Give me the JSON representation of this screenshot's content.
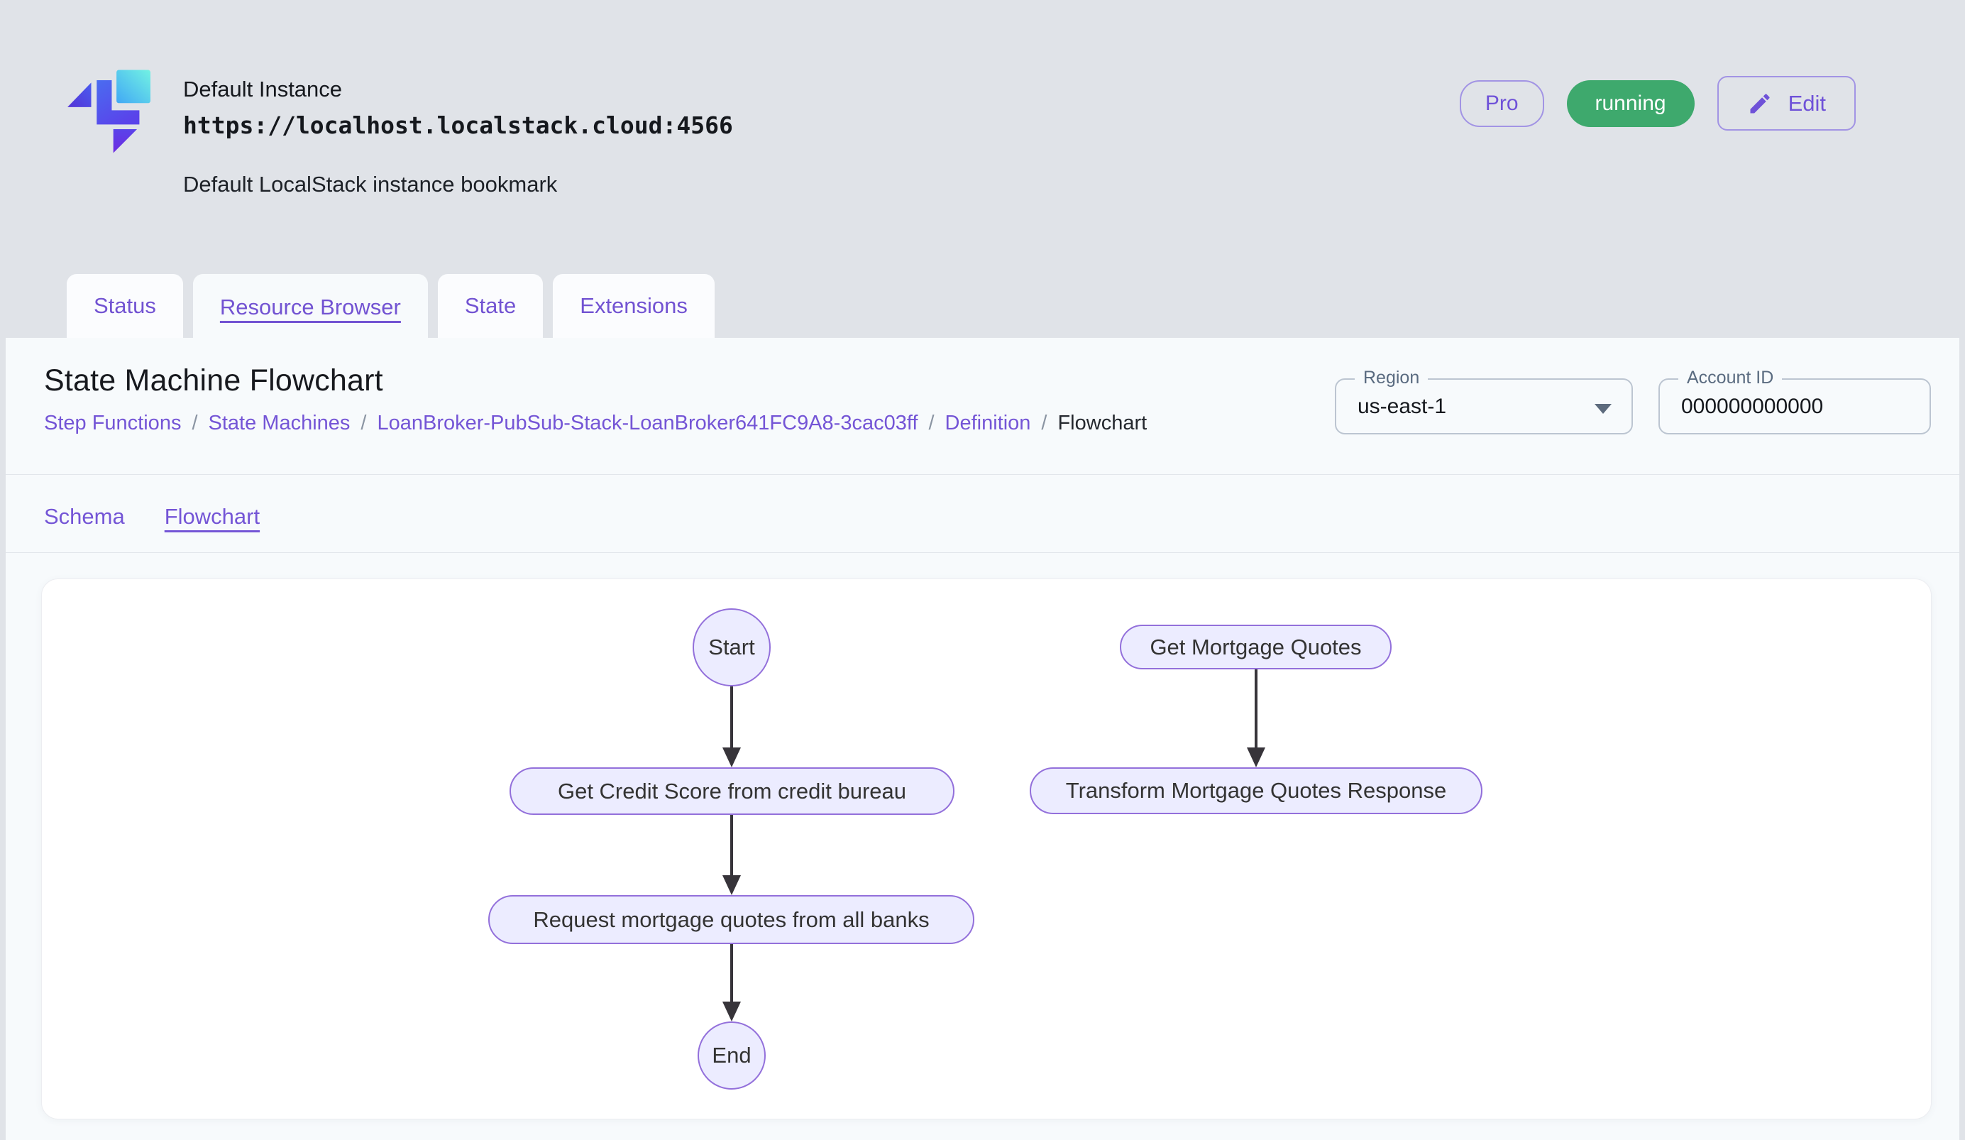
{
  "header": {
    "instance_name": "Default Instance",
    "instance_url": "https://localhost.localstack.cloud:4566",
    "instance_description": "Default LocalStack instance bookmark",
    "pro_badge": "Pro",
    "status_badge": "running",
    "edit_label": "Edit"
  },
  "tabs": [
    {
      "label": "Status",
      "active": false
    },
    {
      "label": "Resource Browser",
      "active": true
    },
    {
      "label": "State",
      "active": false
    },
    {
      "label": "Extensions",
      "active": false
    }
  ],
  "page": {
    "title": "State Machine Flowchart",
    "breadcrumb_separator": "/",
    "breadcrumb": [
      {
        "label": "Step Functions"
      },
      {
        "label": "State Machines"
      },
      {
        "label": "LoanBroker-PubSub-Stack-LoanBroker641FC9A8-3cac03ff"
      },
      {
        "label": "Definition"
      },
      {
        "label": "Flowchart"
      }
    ],
    "region": {
      "label": "Region",
      "value": "us-east-1"
    },
    "account": {
      "label": "Account ID",
      "value": "000000000000"
    }
  },
  "subtabs": [
    {
      "label": "Schema",
      "active": false
    },
    {
      "label": "Flowchart",
      "active": true
    }
  ],
  "flowchart": {
    "nodes": [
      {
        "id": "start",
        "label": "Start",
        "shape": "circle"
      },
      {
        "id": "credit",
        "label": "Get Credit Score from credit bureau",
        "shape": "pill"
      },
      {
        "id": "request",
        "label": "Request mortgage quotes from all banks",
        "shape": "pill"
      },
      {
        "id": "end",
        "label": "End",
        "shape": "circle"
      },
      {
        "id": "gmq",
        "label": "Get Mortgage Quotes",
        "shape": "pill"
      },
      {
        "id": "transform",
        "label": "Transform Mortgage Quotes Response",
        "shape": "pill"
      }
    ],
    "edges": [
      {
        "from": "start",
        "to": "credit"
      },
      {
        "from": "credit",
        "to": "request"
      },
      {
        "from": "request",
        "to": "end"
      },
      {
        "from": "gmq",
        "to": "transform"
      }
    ]
  },
  "colors": {
    "accent_purple": "#7455d6",
    "node_fill": "#ececff",
    "node_border": "#9370db",
    "status_green": "#3ea96d",
    "page_bg": "#e0e3e8",
    "panel_bg": "#f7fafc"
  }
}
